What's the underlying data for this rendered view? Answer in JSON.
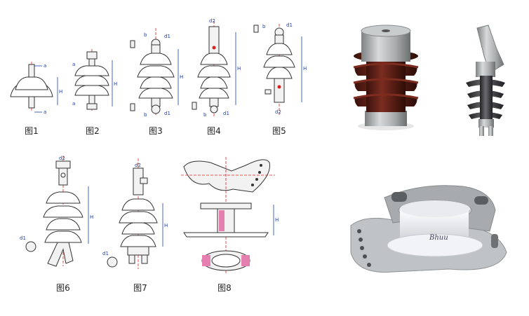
{
  "figures": [
    {
      "id": "fig1",
      "caption": "图1",
      "dims": [
        "a",
        "H",
        "a"
      ]
    },
    {
      "id": "fig2",
      "caption": "图2",
      "dims": [
        "a",
        "H",
        "a"
      ]
    },
    {
      "id": "fig3",
      "caption": "图3",
      "dims": [
        "b",
        "d1",
        "H",
        "b",
        "d1"
      ]
    },
    {
      "id": "fig4",
      "caption": "图4",
      "dims": [
        "d2",
        "H",
        "b",
        "d1"
      ]
    },
    {
      "id": "fig5",
      "caption": "图5",
      "dims": [
        "b",
        "d1",
        "H",
        "d2"
      ]
    },
    {
      "id": "fig6",
      "caption": "图6",
      "dims": [
        "d2",
        "H",
        "d1"
      ]
    },
    {
      "id": "fig7",
      "caption": "图7",
      "dims": [
        "d2",
        "H",
        "d1"
      ]
    },
    {
      "id": "fig8",
      "caption": "图8",
      "dims": [
        "H"
      ]
    }
  ],
  "photos": [
    {
      "id": "photo-post-insulator-top",
      "label": ""
    },
    {
      "id": "photo-post-insulator-bracket",
      "label": ""
    },
    {
      "id": "photo-spool-insulator-clevis",
      "label": "Bhuu"
    }
  ],
  "colors": {
    "dimension": "#1a3fb0",
    "centerline": "#e02020",
    "porcelain_brown": "#5a1f16",
    "metal_grey": "#b9bcbd",
    "white_porcelain": "#f1f3f6"
  }
}
